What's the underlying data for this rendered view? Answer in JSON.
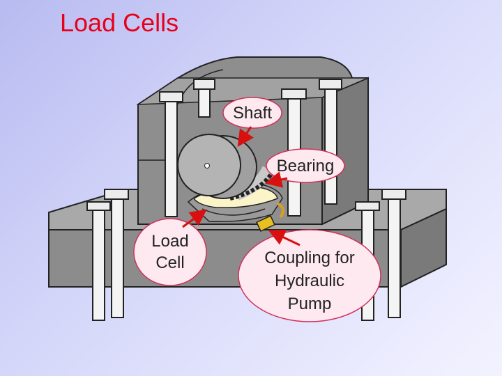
{
  "title": "Load Cells",
  "callouts": {
    "shaft": "Shaft",
    "bearing": "Bearing",
    "load_cell_line1": "Load",
    "load_cell_line2": "Cell",
    "coupling_line1": "Coupling for",
    "coupling_line2": "Hydraulic",
    "coupling_line3": "Pump"
  },
  "colors": {
    "title": "#e8001a",
    "block": "#8c8c8c",
    "callout_fill": "#fde9ef",
    "callout_stroke": "#d0305a",
    "arrow": "#d81010"
  }
}
